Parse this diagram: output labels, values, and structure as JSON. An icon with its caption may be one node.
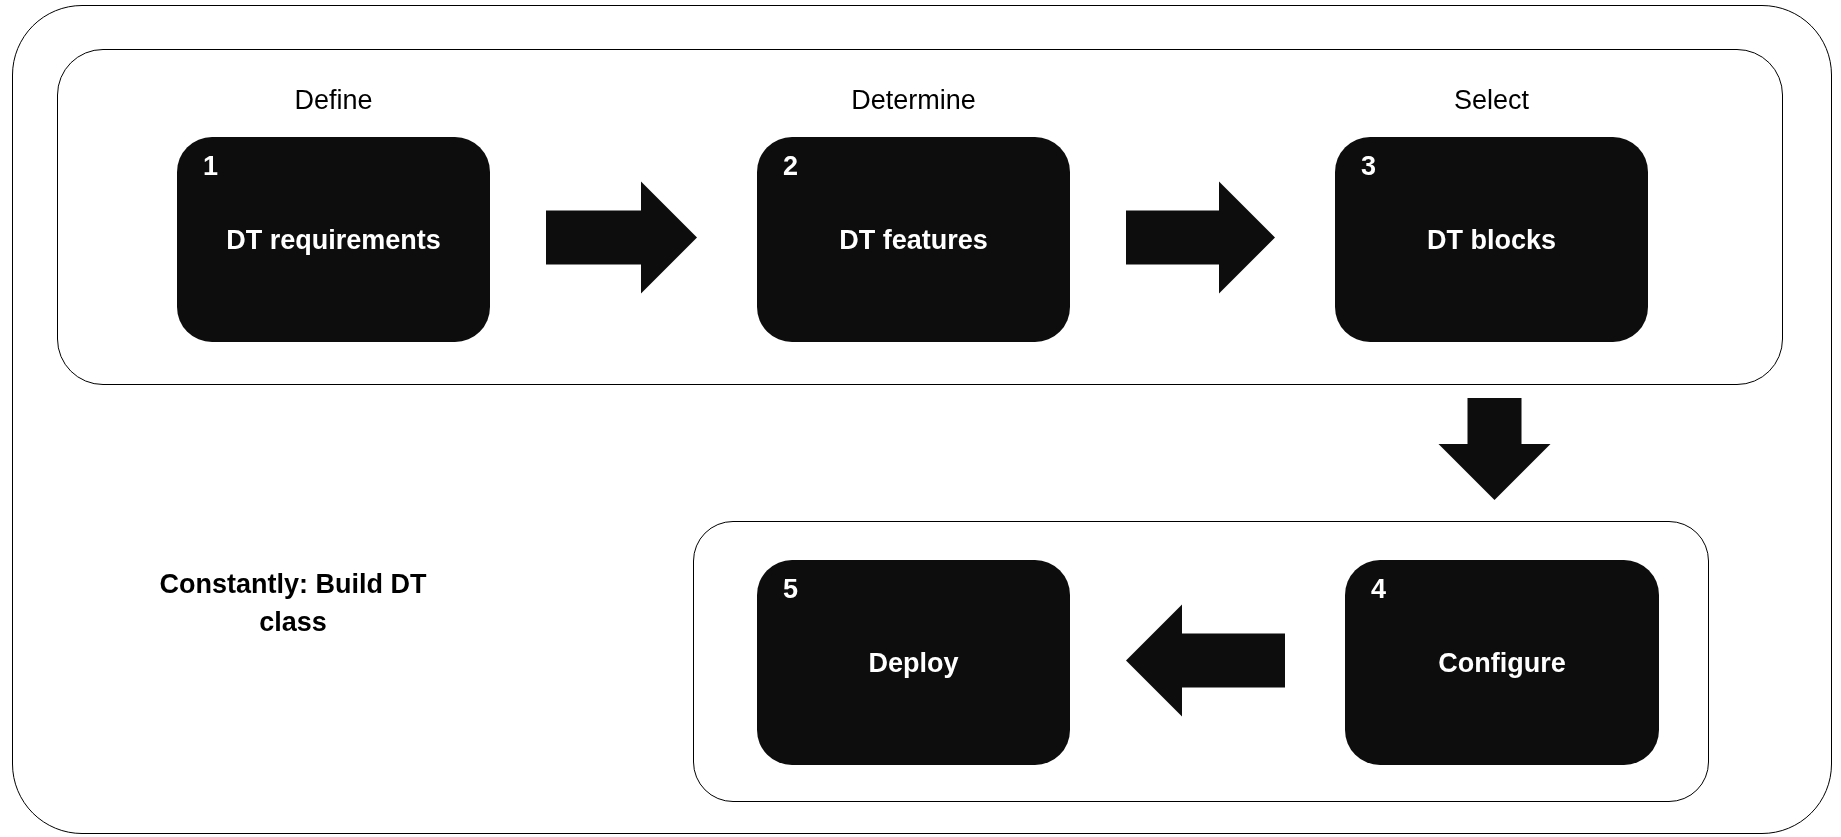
{
  "diagram": {
    "nodes": [
      {
        "text": [
          "Constantly: Build DT class"
        ]
      },
      {
        "text": [],
        "shape": "box",
        "in": 0
      },
      {
        "text": [
          "1",
          "DT requirements"
        ],
        "beside": [
          "Define"
        ],
        "in": 1
      },
      {
        "text": [
          "2",
          "DT features"
        ],
        "beside": [
          "Determine"
        ],
        "in": 1
      },
      {
        "text": [
          "3",
          "DT blocks"
        ],
        "beside": [
          "Select"
        ],
        "in": 1
      },
      {
        "text": [],
        "shape": "box",
        "in": 0
      },
      {
        "text": [
          "5",
          "Deploy"
        ],
        "in": 5
      },
      {
        "text": [
          "4",
          "Configure"
        ],
        "in": 5
      }
    ],
    "edges": [
      {
        "from": 2,
        "to": 3,
        "arrow": "to"
      },
      {
        "from": 3,
        "to": 4,
        "arrow": "to"
      },
      {
        "from": 4,
        "to": 7,
        "arrow": "to"
      },
      {
        "from": 7,
        "to": 6,
        "arrow": "to"
      }
    ]
  }
}
